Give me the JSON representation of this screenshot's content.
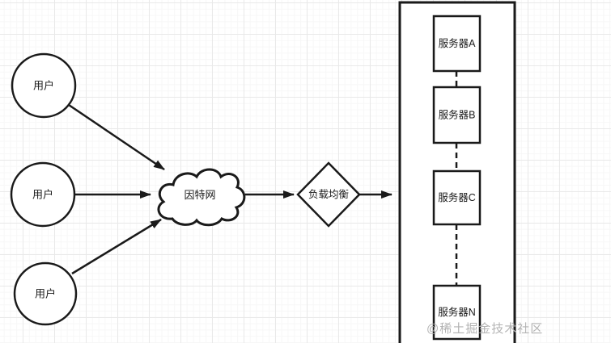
{
  "diagram": {
    "users": [
      {
        "label": "用户"
      },
      {
        "label": "用户"
      },
      {
        "label": "用户"
      }
    ],
    "internet": {
      "label": "因特网"
    },
    "load_balancer": {
      "label": "负载均衡"
    },
    "server_group": {
      "servers": [
        {
          "label": "服务器A"
        },
        {
          "label": "服务器B"
        },
        {
          "label": "服务器C"
        },
        {
          "label": "服务器N"
        }
      ]
    },
    "watermark": "@稀土掘金技术社区",
    "colors": {
      "stroke": "#1a1a1a",
      "background": "#ffffff",
      "grid": "#e9e9e9",
      "watermark": "#b3b3b3"
    }
  }
}
